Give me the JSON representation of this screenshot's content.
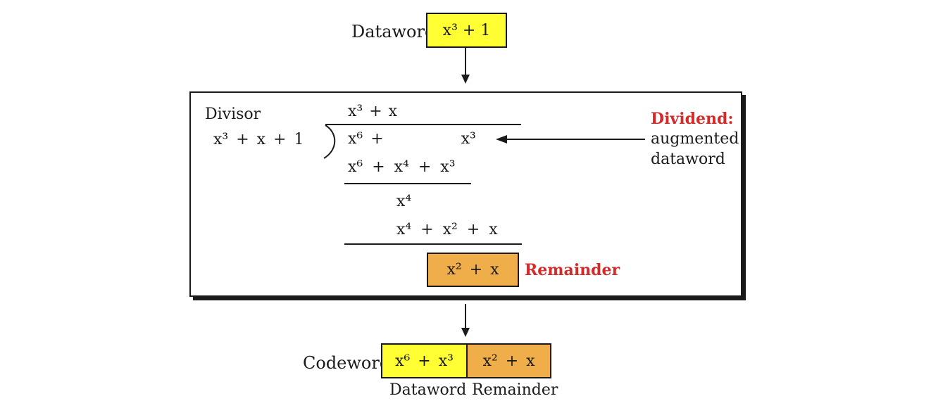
{
  "top": {
    "label": "Dataword",
    "dataword": "x³ + 1"
  },
  "division": {
    "divisor_label": "Divisor",
    "divisor": "x³ + x + 1",
    "quotient": "x³ + x",
    "dividend": "x⁶ +          x³",
    "step1": "x⁶ + x⁴ + x³",
    "partial": "x⁴",
    "step2": "x⁴ + x² + x",
    "remainder": "x² + x",
    "remainder_label": "Remainder",
    "dividend_label": "Dividend:",
    "dividend_desc_1": "augmented",
    "dividend_desc_2": "dataword"
  },
  "bottom": {
    "label": "Codeword",
    "dataword_part": "x⁶ + x³",
    "remainder_part": "x² + x",
    "dataword_caption": "Dataword",
    "remainder_caption": "Remainder"
  },
  "colors": {
    "dataword": "#ffff33",
    "remainder": "#f0ae4a",
    "highlight": "#d42a2a"
  }
}
